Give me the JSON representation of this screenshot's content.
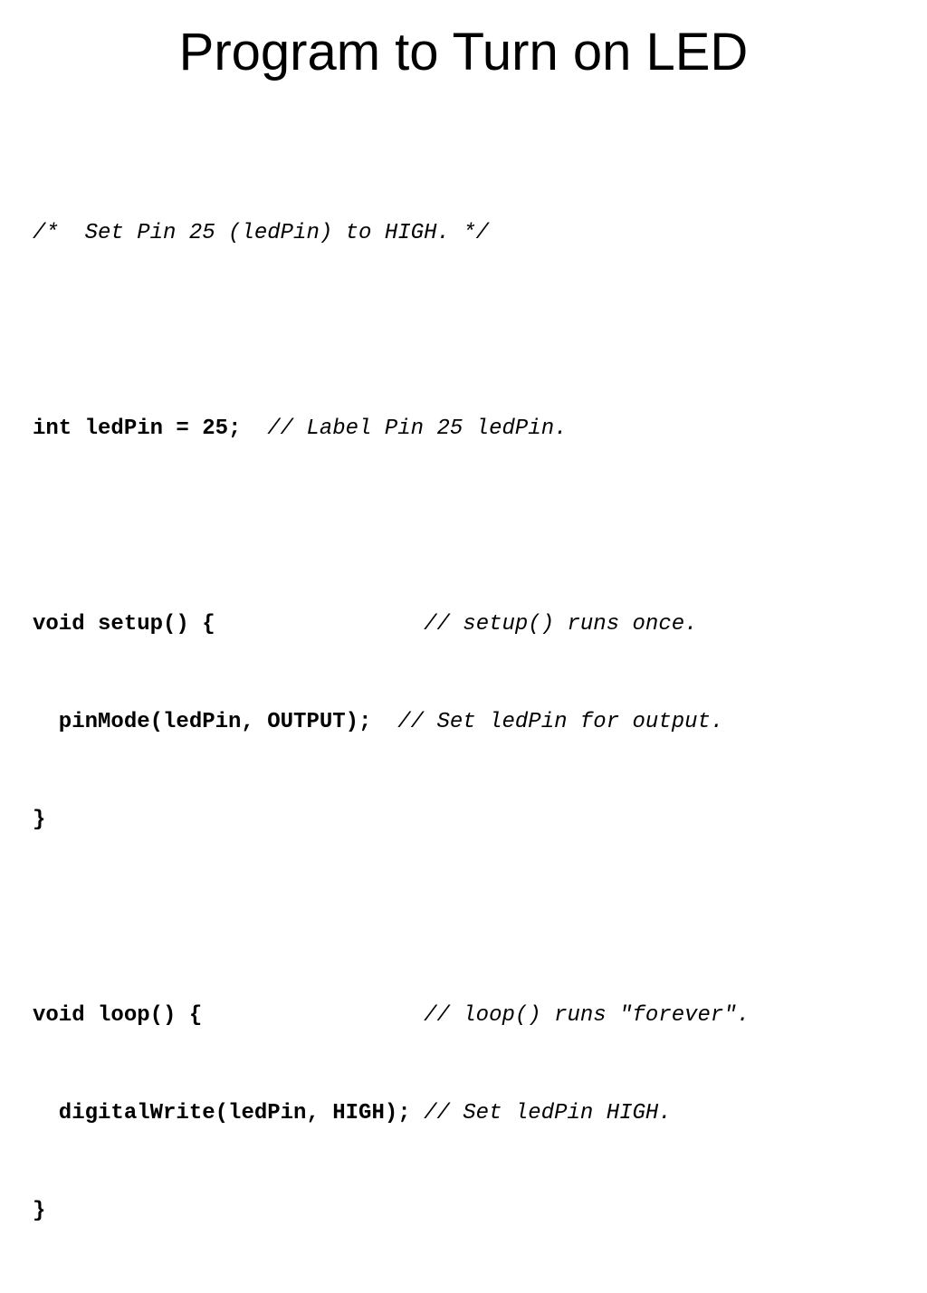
{
  "slide": {
    "title": "Program to Turn on LED",
    "code_lines": [
      {
        "code": "",
        "comment": "/*  Set Pin 25 (ledPin) to HIGH. */"
      },
      {
        "code": "",
        "comment": ""
      },
      {
        "code": "int ledPin = 25;",
        "comment": "  // Label Pin 25 ledPin."
      },
      {
        "code": "",
        "comment": ""
      },
      {
        "code": "void setup() {",
        "comment": "                // setup() runs once."
      },
      {
        "code": "  pinMode(ledPin, OUTPUT);",
        "comment": "  // Set ledPin for output."
      },
      {
        "code": "}",
        "comment": ""
      },
      {
        "code": "",
        "comment": ""
      },
      {
        "code": "void loop() {",
        "comment": "                 // loop() runs \"forever\"."
      },
      {
        "code": "  digitalWrite(ledPin, HIGH);",
        "comment": " // Set ledPin HIGH."
      },
      {
        "code": "}",
        "comment": ""
      }
    ]
  }
}
